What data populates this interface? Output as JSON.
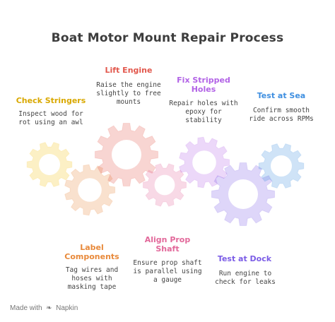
{
  "title": "Boat Motor Mount Repair Process",
  "colors": {
    "yellow": "#f5c518",
    "red": "#e2584d",
    "orange": "#e8893a",
    "pink": "#e2689a",
    "purple": "#b263e6",
    "violet": "#7b5ce6",
    "blue": "#3f8fe0"
  },
  "steps": {
    "check_stringers": {
      "title": "Check Stringers",
      "desc": "Inspect wood for rot using an awl"
    },
    "lift_engine": {
      "title": "Lift Engine",
      "desc": "Raise the engine slightly to free mounts"
    },
    "fix_stripped_holes": {
      "title": "Fix Stripped Holes",
      "desc": "Repair holes with epoxy for stability"
    },
    "test_at_sea": {
      "title": "Test at Sea",
      "desc": "Confirm smooth ride across RPMs"
    },
    "label_components": {
      "title": "Label Components",
      "desc": "Tag wires and hoses with masking tape"
    },
    "align_prop_shaft": {
      "title": "Align Prop Shaft",
      "desc": "Ensure prop shaft is parallel using a gauge"
    },
    "test_at_dock": {
      "title": "Test at Dock",
      "desc": "Run engine to check for leaks"
    }
  },
  "footer": {
    "made_with": "Made with",
    "brand": "Napkin"
  }
}
